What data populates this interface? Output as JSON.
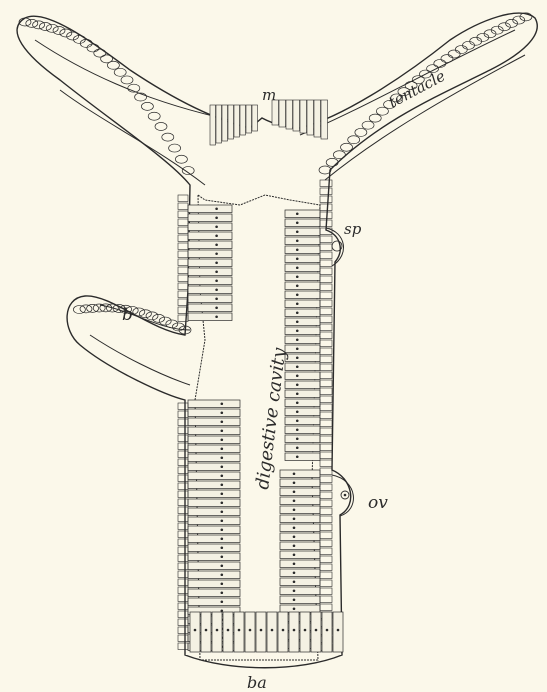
{
  "figure": {
    "colors": {
      "background": "#fbf8ea",
      "ink": "#2b2b2b",
      "cell_fill": "#f4f1e3"
    },
    "labels": {
      "m": "m",
      "tentacle": "tentacle",
      "sp": "sp",
      "b": "b",
      "cavity": "digestive cavity",
      "ov": "ov",
      "ba": "ba"
    }
  }
}
